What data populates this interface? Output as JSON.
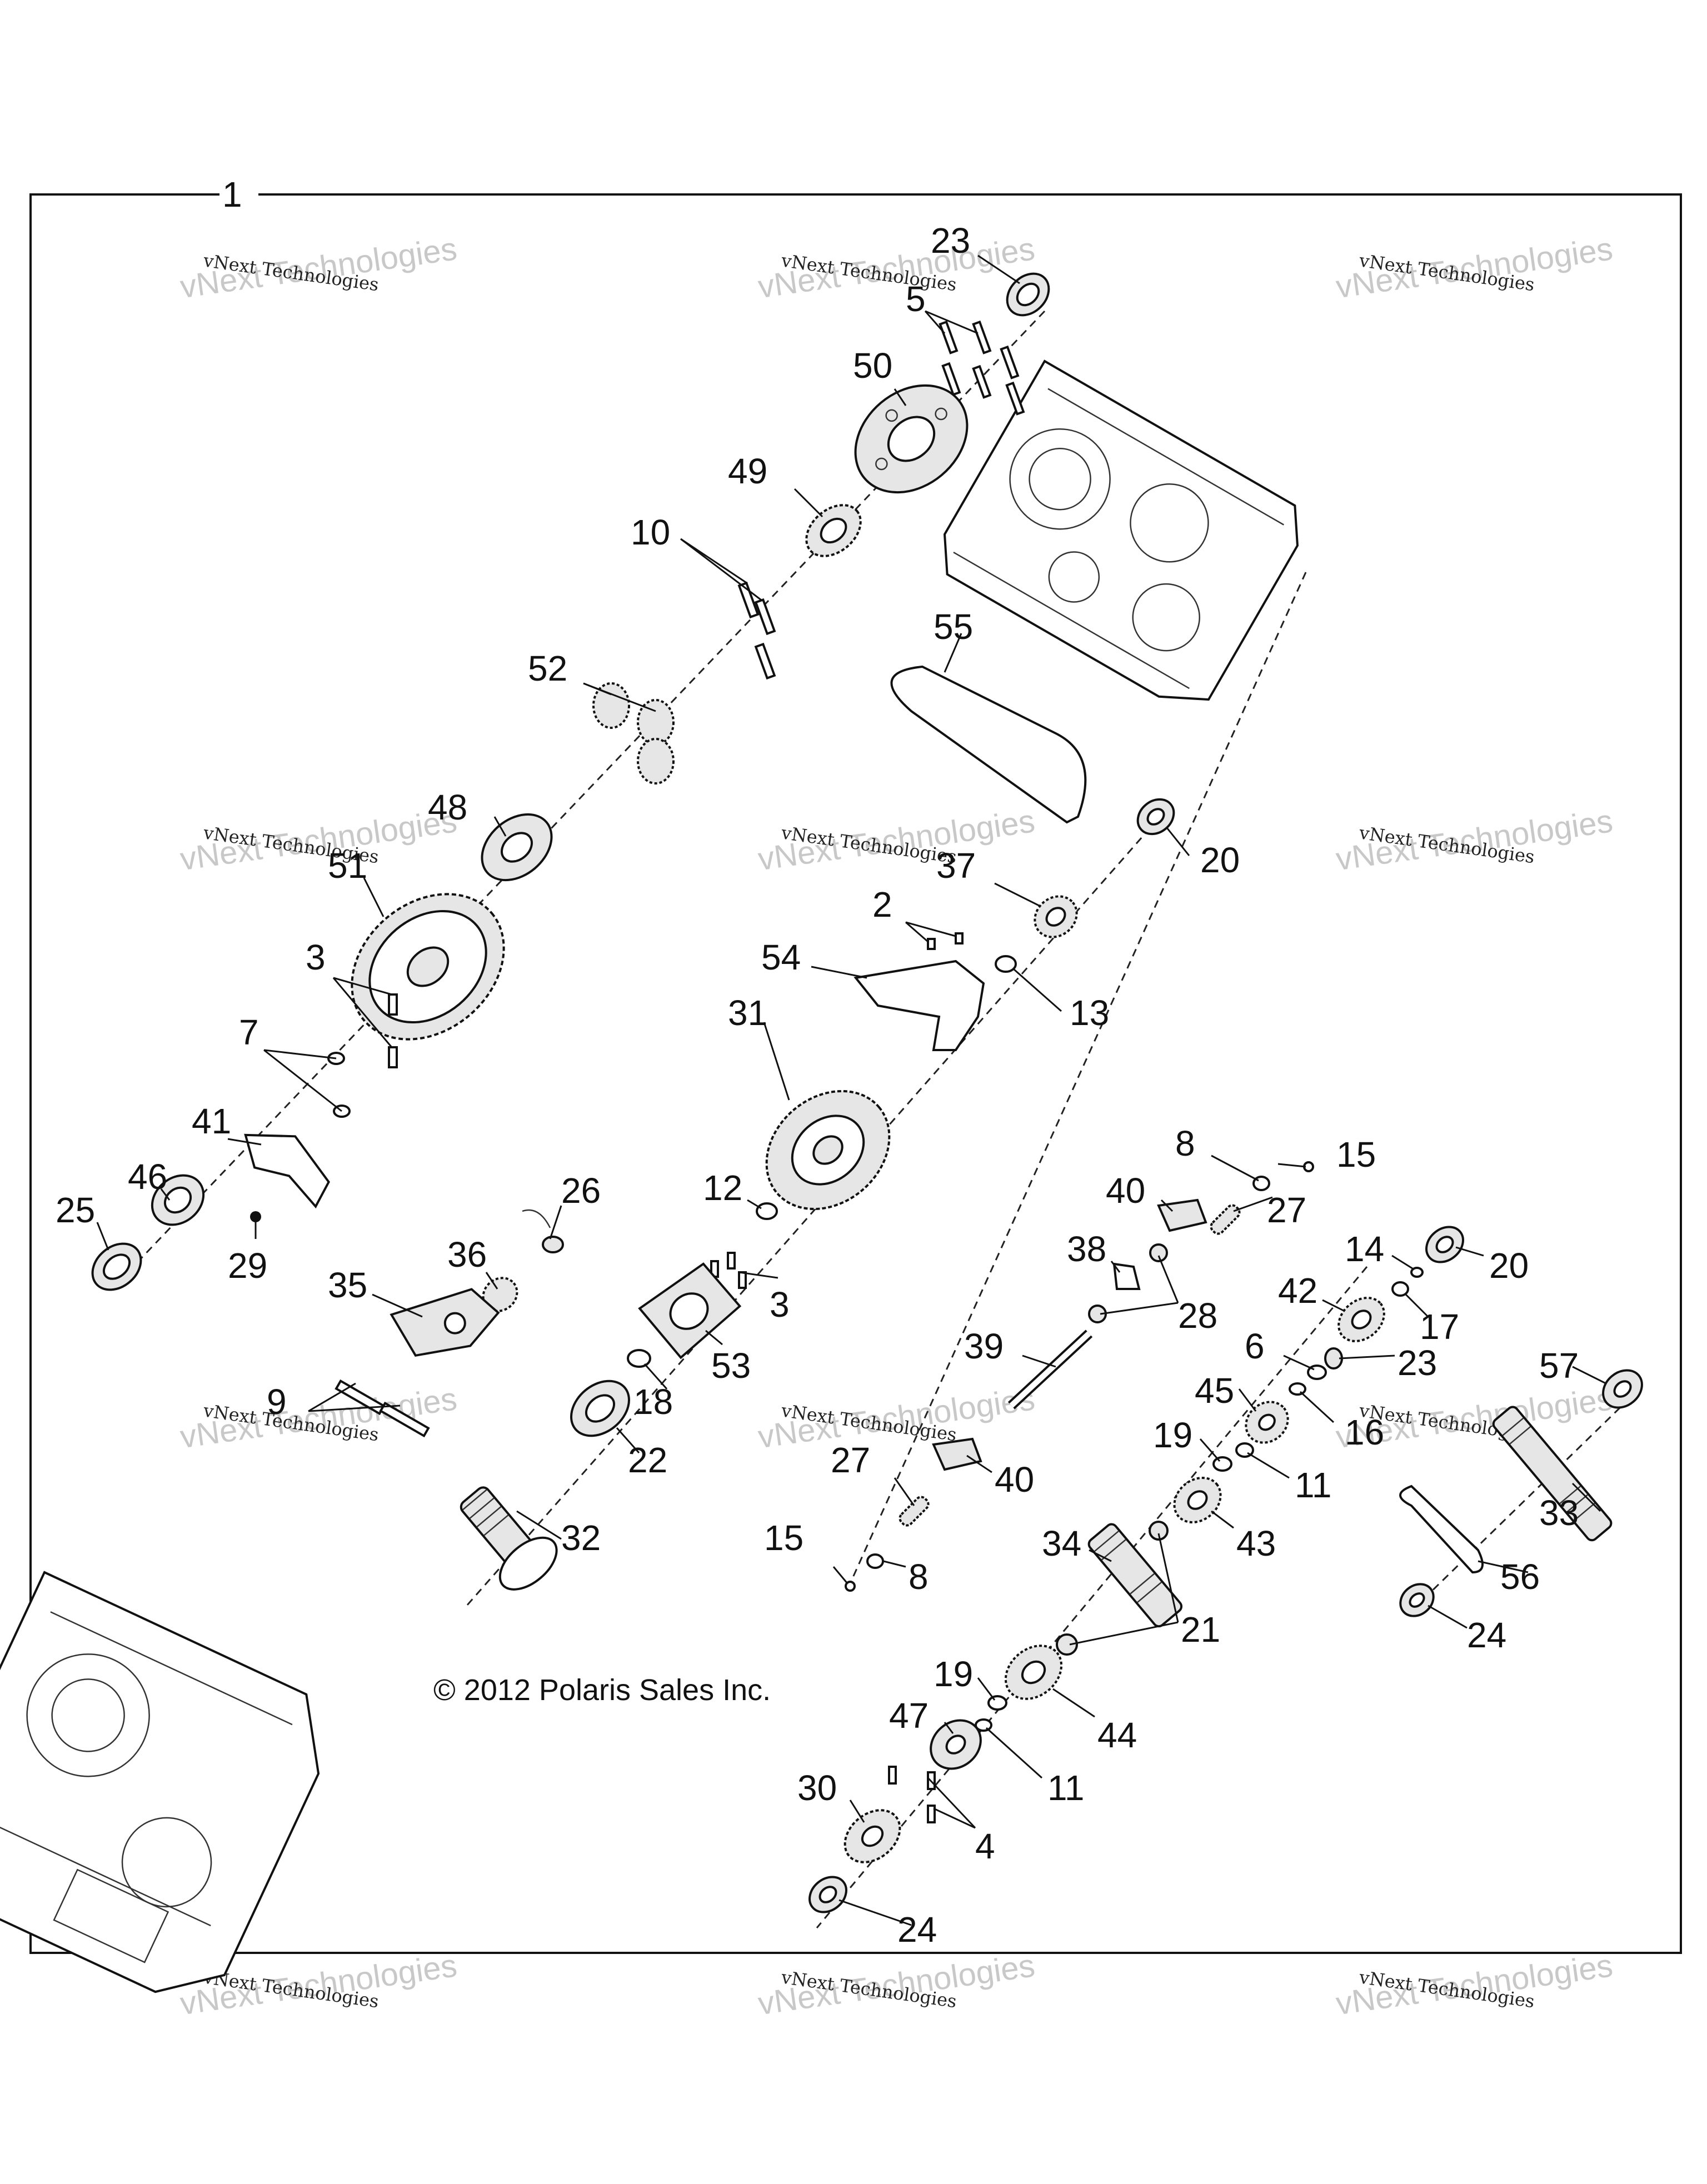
{
  "diagram": {
    "assembly_number": "1",
    "copyright": "© 2012 Polaris Sales Inc.",
    "watermark": {
      "line1": "vNext Technologies",
      "line2": "vNext Technologies"
    },
    "callouts": [
      "1",
      "2",
      "3",
      "4",
      "5",
      "6",
      "7",
      "8",
      "9",
      "10",
      "11",
      "12",
      "13",
      "14",
      "15",
      "16",
      "17",
      "18",
      "19",
      "20",
      "21",
      "22",
      "23",
      "24",
      "25",
      "26",
      "27",
      "28",
      "29",
      "30",
      "31",
      "32",
      "33",
      "34",
      "35",
      "36",
      "37",
      "38",
      "39",
      "40",
      "41",
      "42",
      "43",
      "44",
      "45",
      "46",
      "47",
      "48",
      "49",
      "50",
      "51",
      "52",
      "53",
      "54",
      "55",
      "56",
      "57"
    ]
  }
}
